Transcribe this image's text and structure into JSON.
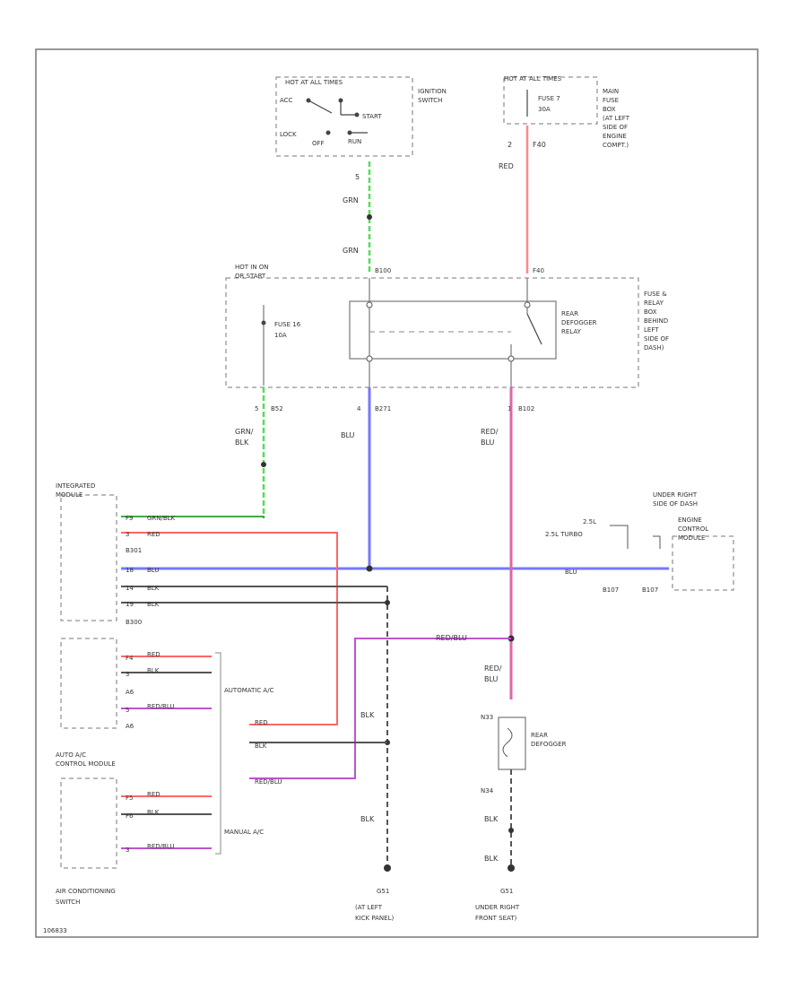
{
  "ignition": {
    "hot": "HOT AT ALL TIMES",
    "name": [
      "IGNITION",
      "SWITCH"
    ],
    "acc": "ACC",
    "start": "START",
    "lock": "LOCK",
    "off": "OFF",
    "run": "RUN"
  },
  "main_fuse": {
    "hot": "HOT AT ALL TIMES",
    "fuse": "FUSE 7",
    "amp": "30A",
    "box": [
      "MAIN",
      "FUSE",
      "BOX",
      "(AT LEFT",
      "SIDE OF",
      "ENGINE",
      "COMPT.)"
    ],
    "pin": "F40",
    "pin_num": "2"
  },
  "relay_box": {
    "hot": [
      "HOT IN ON",
      "OR START"
    ],
    "fuse": "FUSE 16",
    "amp": "10A",
    "relay": [
      "REAR",
      "DEFOGGER",
      "RELAY"
    ],
    "box": [
      "FUSE &",
      "RELAY",
      "BOX",
      "BEHIND",
      "LEFT",
      "SIDE OF",
      "DASH)"
    ],
    "conn_left": "B100",
    "conn_right": "F40",
    "bottom_1": "B52",
    "bottom_1_pin": "5",
    "bottom_2": "B271",
    "bottom_2_pin": "4",
    "bottom_3": "B102",
    "bottom_3_pin": "1"
  },
  "wires": {
    "grn": "GRN",
    "grn_blk": [
      "GRN/",
      "BLK"
    ],
    "blu": "BLU",
    "red": "RED",
    "red_blu": [
      "RED/",
      "BLU"
    ],
    "blk": "BLK",
    "redblu": "RED/BLU"
  },
  "ecm": {
    "location": [
      "UNDER RIGHT",
      "SIDE OF DASH"
    ],
    "name": [
      "ENGINE",
      "CONTROL",
      "MODULE"
    ],
    "engine_1": "2.5L",
    "engine_2": "2.5L TURBO",
    "wire": "BLU",
    "pin_1": "B107",
    "pin_2": "B107"
  },
  "integrated_module": {
    "name": [
      "INTEGRATED",
      "MODULE"
    ],
    "pins": [
      "F9",
      "3",
      "B301",
      "18",
      "14",
      "19"
    ],
    "labels": [
      "GRN/BLK",
      "RED",
      "BLU",
      "BLK",
      "BLK"
    ],
    "conn_top": "B301",
    "conn_bottom": "B300"
  },
  "auto_ac": {
    "name": [
      "AUTO A/C",
      "CONTROL MODULE"
    ],
    "label": "AUTOMATIC A/C",
    "pins": [
      "F4",
      "3",
      "A6",
      "5",
      "A6"
    ],
    "labels": [
      "RED",
      "BLK",
      "RED/BLU"
    ]
  },
  "manual_ac": {
    "name": [
      "AIR CONDITIONING",
      "SWITCH"
    ],
    "label": "MANUAL A/C",
    "pins": [
      "F5",
      "F6",
      "3"
    ],
    "labels": [
      "RED",
      "BLK",
      "RED/BLU"
    ]
  },
  "mid_labels": [
    "RED",
    "BLK",
    "RED/BLU"
  ],
  "defogger": {
    "name": [
      "REAR",
      "DEFOGGER"
    ],
    "top": "N33",
    "bottom": "N34"
  },
  "grounds": {
    "left_code": "G51",
    "left_loc": [
      "(AT LEFT",
      "KICK PANEL)"
    ],
    "right_code": "G51",
    "right_loc": [
      "UNDER RIGHT",
      "FRONT SEAT)"
    ]
  },
  "footer": "106833"
}
